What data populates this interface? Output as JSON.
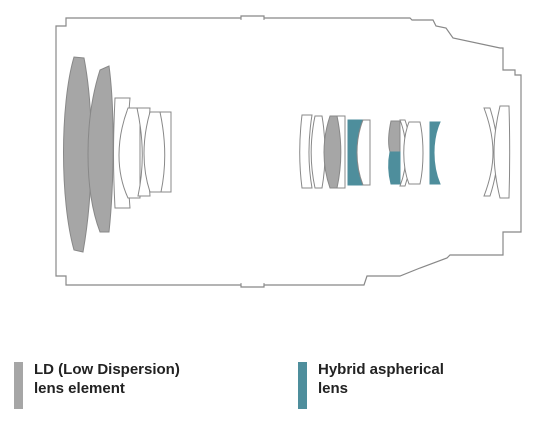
{
  "colors": {
    "outline": "#888888",
    "ld": "#a6a6a6",
    "hybrid": "#4e8e9c",
    "background": "#ffffff"
  },
  "legend": {
    "ld": {
      "line1": "LD (Low Dispersion)",
      "line2": "lens element",
      "color": "#a6a6a6"
    },
    "hybrid": {
      "line1": "Hybrid aspherical",
      "line2": "lens",
      "color": "#4e8e9c"
    }
  }
}
